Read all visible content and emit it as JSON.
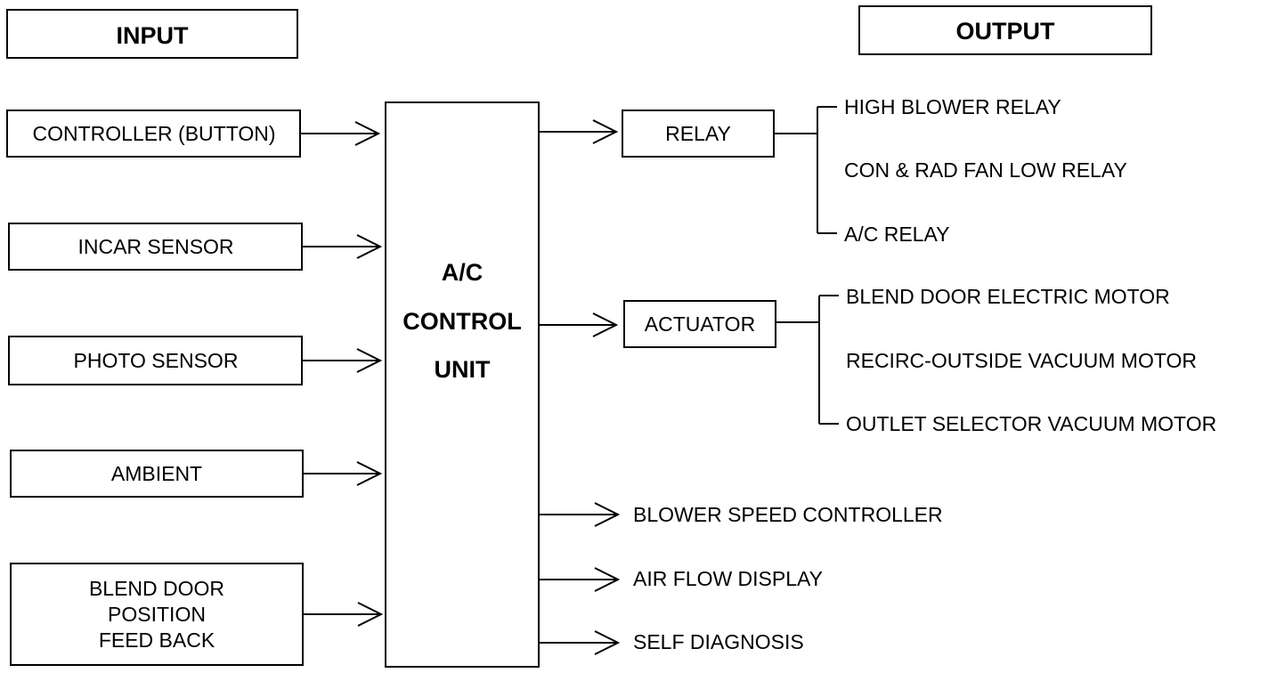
{
  "headers": {
    "input": "INPUT",
    "output": "OUTPUT"
  },
  "inputs": {
    "controller": "CONTROLLER (BUTTON)",
    "incar": "INCAR SENSOR",
    "photo": "PHOTO SENSOR",
    "ambient": "AMBIENT",
    "blend_feedback": [
      "BLEND DOOR",
      "POSITION",
      "FEED BACK"
    ]
  },
  "control_unit": [
    "A/C",
    "CONTROL",
    "UNIT"
  ],
  "outputs": {
    "relay": {
      "label": "RELAY",
      "items": [
        "HIGH BLOWER RELAY",
        "CON & RAD FAN LOW RELAY",
        "A/C RELAY"
      ]
    },
    "actuator": {
      "label": "ACTUATOR",
      "items": [
        "BLEND DOOR ELECTRIC MOTOR",
        "RECIRC-OUTSIDE VACUUM MOTOR",
        "OUTLET SELECTOR VACUUM MOTOR"
      ]
    },
    "direct": [
      "BLOWER SPEED CONTROLLER",
      "AIR FLOW DISPLAY",
      "SELF DIAGNOSIS"
    ]
  }
}
